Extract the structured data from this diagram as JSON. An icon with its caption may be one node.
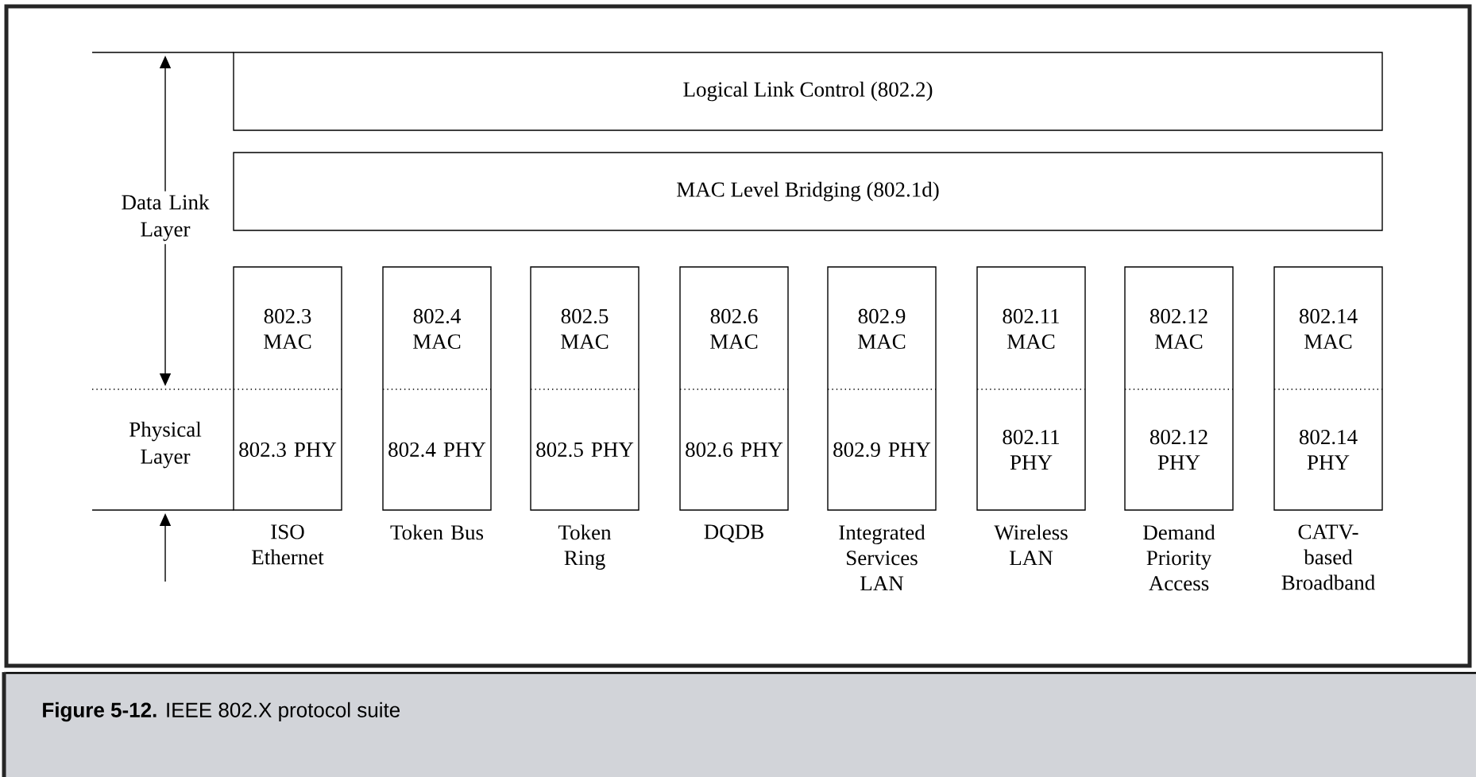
{
  "diagram": {
    "caption": "**Figure 5-12.** IEEE 802.X protocol suite",
    "nodes": [
      {
        "text": [
          "Logical Link Control (802.2)"
        ]
      },
      {
        "text": [
          "MAC Level Bridging (802.1d)"
        ]
      },
      {
        "text": [
          "802.3 MAC",
          "802.3 PHY"
        ],
        "beside": [
          "ISO Ethernet"
        ]
      },
      {
        "text": [
          "802.4 MAC",
          "802.4 PHY"
        ],
        "beside": [
          "Token Bus"
        ]
      },
      {
        "text": [
          "802.5 MAC",
          "802.5 PHY"
        ],
        "beside": [
          "Token Ring"
        ]
      },
      {
        "text": [
          "802.6 MAC",
          "802.6 PHY"
        ],
        "beside": [
          "DQDB"
        ]
      },
      {
        "text": [
          "802.9 MAC",
          "802.9 PHY"
        ],
        "beside": [
          "Integrated Services LAN"
        ]
      },
      {
        "text": [
          "802.11 MAC",
          "802.11 PHY"
        ],
        "beside": [
          "Wireless LAN"
        ]
      },
      {
        "text": [
          "802.12 MAC",
          "802.12 PHY"
        ],
        "beside": [
          "Demand Priority Access"
        ]
      },
      {
        "text": [
          "802.14 MAC",
          "802.14 PHY"
        ],
        "beside": [
          "CATV-based Broadband"
        ]
      }
    ],
    "labels": [
      "Data Link Layer",
      "Physical Layer"
    ]
  }
}
